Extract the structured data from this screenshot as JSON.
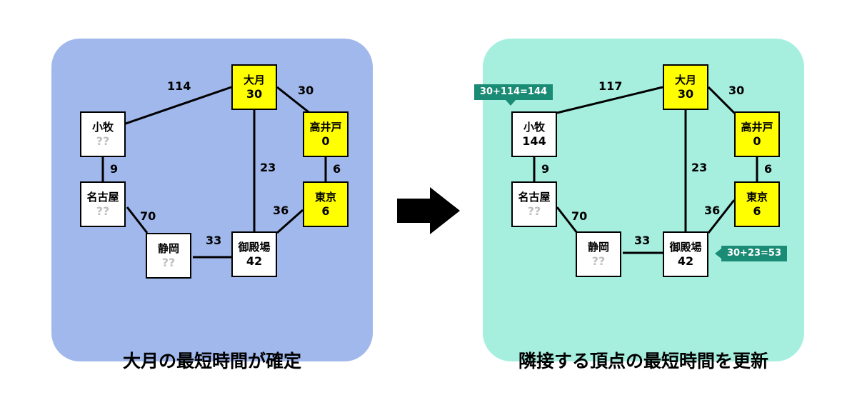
{
  "left": {
    "caption": "大月の最短時間が確定",
    "nodes": {
      "otsuki": {
        "name": "大月",
        "dist": "30"
      },
      "komaki": {
        "name": "小牧",
        "dist": "??"
      },
      "takaido": {
        "name": "高井戸",
        "dist": "0"
      },
      "nagoya": {
        "name": "名古屋",
        "dist": "??"
      },
      "tokyo": {
        "name": "東京",
        "dist": "6"
      },
      "shizuoka": {
        "name": "静岡",
        "dist": "??"
      },
      "gotemba": {
        "name": "御殿場",
        "dist": "42"
      }
    },
    "weights": {
      "otsuki_komaki": "114",
      "otsuki_takaido": "30",
      "otsuki_gotemba": "23",
      "komaki_nagoya": "9",
      "takaido_tokyo": "6",
      "nagoya_shizuoka": "70",
      "tokyo_gotemba": "36",
      "shizuoka_gotemba": "33"
    }
  },
  "right": {
    "caption": "隣接する頂点の最短時間を更新",
    "nodes": {
      "otsuki": {
        "name": "大月",
        "dist": "30"
      },
      "komaki": {
        "name": "小牧",
        "dist": "144"
      },
      "takaido": {
        "name": "高井戸",
        "dist": "0"
      },
      "nagoya": {
        "name": "名古屋",
        "dist": "??"
      },
      "tokyo": {
        "name": "東京",
        "dist": "6"
      },
      "shizuoka": {
        "name": "静岡",
        "dist": "??"
      },
      "gotemba": {
        "name": "御殿場",
        "dist": "42"
      }
    },
    "weights": {
      "otsuki_komaki": "117",
      "otsuki_takaido": "30",
      "otsuki_gotemba": "23",
      "komaki_nagoya": "9",
      "takaido_tokyo": "6",
      "nagoya_shizuoka": "70",
      "tokyo_gotemba": "36",
      "shizuoka_gotemba": "33"
    },
    "callouts": {
      "komaki": "30+114=144",
      "gotemba": "30+23=53"
    }
  },
  "colors": {
    "left_panel": "#a1b8ec",
    "right_panel": "#a6efdf",
    "fixed_node": "#ffff00",
    "unknown_text": "#bfbfbf",
    "callout": "#1a8b74"
  }
}
